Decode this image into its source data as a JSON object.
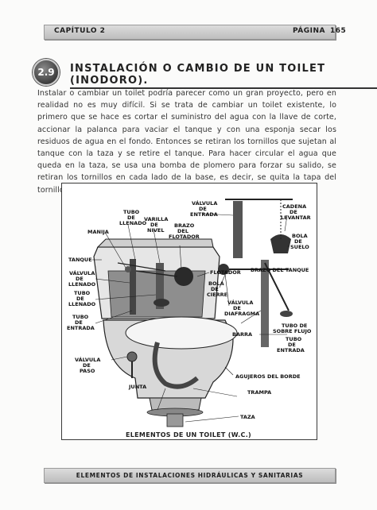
{
  "header": {
    "chapter": "CAPÍTULO 2",
    "page_label": "PÁGINA",
    "page_number": "165"
  },
  "section": {
    "number": "2.9",
    "title": "INSTALACIÓN O CAMBIO DE UN TOILET (INODORO)."
  },
  "body_text": "Instalar o cambiar un toilet podría parecer como un gran proyecto, pero en realidad no es muy difícil. Si se trata de cambiar un toilet existente, lo primero que se hace es cortar el suministro del agua con la llave de corte, accionar la palanca para vaciar el tanque y con una esponja secar los residuos de agua en el fondo. Entonces se retiran los tornillos que sujetan al tanque con la taza y se retire el tanque. Para hacer circular el agua que queda en la taza, se usa una bomba de plomero para forzar su salido, se retiran los tornillos en cada lado de la base, es decir, se quita la tapa del tornillo y la tuerca y tornillo de los llamados tornillos cerrados.",
  "figure": {
    "caption": "ELEMENTOS DE UN TOILET (W.C.)",
    "labels": {
      "tubo_llenado_1": "TUBO",
      "tubo_llenado_2": "DE",
      "tubo_llenado_3": "LLENADO",
      "varilla_1": "VARILLA",
      "varilla_2": "DE",
      "varilla_3": "NIVEL",
      "brazo_flotador_1": "BRAZO",
      "brazo_flotador_2": "DEL",
      "brazo_flotador_3": "FLOTADOR",
      "manija": "MANIJA",
      "valvula_entrada_1": "VÁLVULA",
      "valvula_entrada_2": "DE",
      "valvula_entrada_3": "ENTRADA",
      "cadena_1": "CADENA",
      "cadena_2": "DE",
      "cadena_3": "LEVANTAR",
      "bola_suelo_1": "BOLA",
      "bola_suelo_2": "DE",
      "bola_suelo_3": "SUELO",
      "tanque": "TANQUE",
      "valvula_llenado_1": "VÁLVULA",
      "valvula_llenado_2": "DE",
      "valvula_llenado_3": "LLENADO",
      "tubo_llenado2_1": "TUBO",
      "tubo_llenado2_2": "DE",
      "tubo_llenado2_3": "LLENADO",
      "tubo_entrada_1": "TUBO",
      "tubo_entrada_2": "DE",
      "tubo_entrada_3": "ENTRADA",
      "flotador": "FLOTADOR",
      "brazo_tanque": "BRAZO DEL TANQUE",
      "bola_cierre_1": "BOLA",
      "bola_cierre_2": "DE",
      "bola_cierre_3": "CIERRE",
      "valvula_diafragma_1": "VÁLVULA",
      "valvula_diafragma_2": "DE",
      "valvula_diafragma_3": "DIAFRAGMA",
      "barra": "BARRA",
      "tubo_sobre_flujo_1": "TUBO DE",
      "tubo_sobre_flujo_2": "SOBRE FLUJO",
      "tubo_entrada_der_1": "TUBO",
      "tubo_entrada_der_2": "DE",
      "tubo_entrada_der_3": "ENTRADA",
      "valvula_paso_1": "VÁLVULA",
      "valvula_paso_2": "DE",
      "valvula_paso_3": "PASO",
      "agujeros_borde": "AGUJEROS DEL BORDE",
      "junta": "JUNTA",
      "trampa": "TRAMPA",
      "taza": "TAZA"
    }
  },
  "footer": {
    "text": "ELEMENTOS DE INSTALACIONES HIDRÁULICAS Y SANITARIAS"
  }
}
